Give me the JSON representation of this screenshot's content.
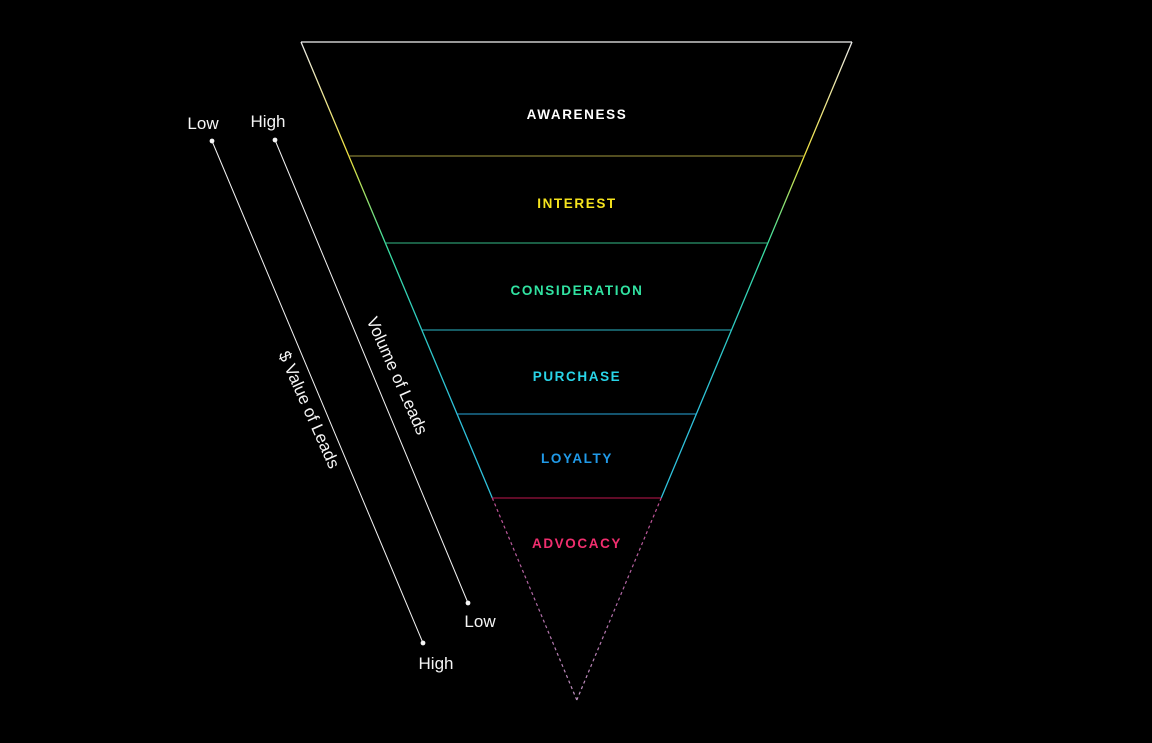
{
  "background_color": "#000000",
  "funnel": {
    "outline_color": "#f2f2f2",
    "stages": [
      {
        "label": "AWARENESS",
        "text_color": "#ffffff",
        "side_color": "#ebebeb",
        "divider_color": "#f2f2f2"
      },
      {
        "label": "INTEREST",
        "text_color": "#f6e41e",
        "side_color": "#f0e23c",
        "divider_color": "#a39a3e"
      },
      {
        "label": "CONSIDERATION",
        "text_color": "#31e3a2",
        "side_color": "#3ce0a0",
        "divider_color": "#35bd88"
      },
      {
        "label": "PURCHASE",
        "text_color": "#29d4e8",
        "side_color": "#2ec9c4",
        "divider_color": "#2bb7c8"
      },
      {
        "label": "LOYALTY",
        "text_color": "#209ae8",
        "side_color": "#2fc2dc",
        "divider_color": "#28a9dc"
      },
      {
        "label": "ADVOCACY",
        "text_color": "#f02e6e",
        "side_color": "#c14f94",
        "divider_color": "#c0164e"
      }
    ],
    "side_gradient": {
      "advocacy_start": "#c14f94",
      "advocacy_mid": "#b06aa6",
      "tip": "#c094c2"
    }
  },
  "axes": [
    {
      "title": "$ Value of Leads",
      "top_label": "Low",
      "bottom_label": "High",
      "color": "#f5f5f5"
    },
    {
      "title": "Volume of Leads",
      "top_label": "High",
      "bottom_label": "Low",
      "color": "#f5f5f5"
    }
  ],
  "chart_data": {
    "type": "funnel",
    "stages": [
      "AWARENESS",
      "INTEREST",
      "CONSIDERATION",
      "PURCHASE",
      "LOYALTY",
      "ADVOCACY"
    ],
    "annotations": [
      {
        "axis": "Volume of Leads",
        "direction": "High at top, Low at bottom"
      },
      {
        "axis": "$ Value of Leads",
        "direction": "Low at top, High at bottom"
      }
    ]
  }
}
